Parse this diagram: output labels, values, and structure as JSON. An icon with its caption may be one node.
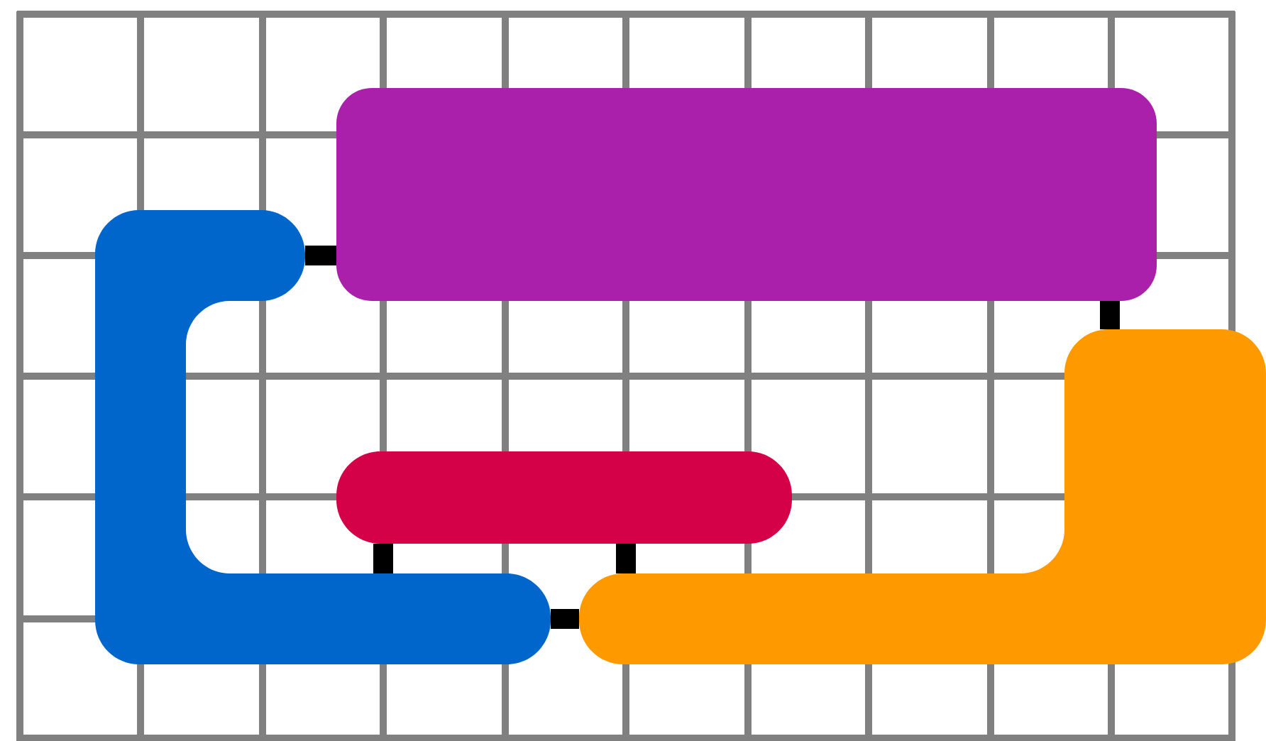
{
  "diagram": {
    "nodes": [
      {
        "text": [],
        "shape": "box"
      },
      {
        "text": [],
        "shape": "bar"
      },
      {
        "text": [],
        "shape": "bar"
      },
      {
        "text": [],
        "shape": "bar"
      }
    ],
    "edges": [
      {
        "from": 1,
        "to": 0,
        "arrow": "none"
      },
      {
        "from": 0,
        "to": 3,
        "arrow": "none"
      },
      {
        "from": 2,
        "to": 1,
        "arrow": "none"
      },
      {
        "from": 2,
        "to": 3,
        "arrow": "none"
      },
      {
        "from": 1,
        "to": 3,
        "arrow": "none"
      }
    ]
  }
}
